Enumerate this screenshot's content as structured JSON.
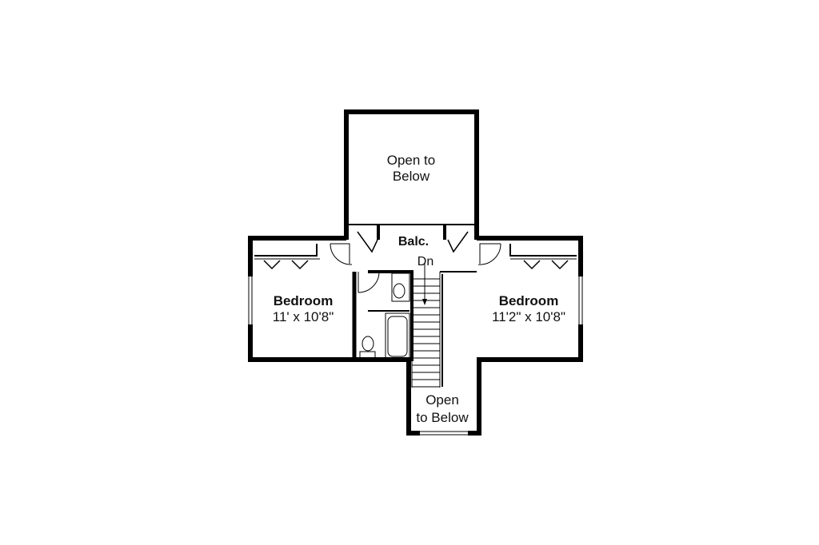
{
  "plan": {
    "open_top": {
      "line1": "Open to",
      "line2": "Below"
    },
    "balcony": "Balc.",
    "stair_direction": "Dn",
    "bedroom_left": {
      "name": "Bedroom",
      "size": "11' x 10'8\""
    },
    "bedroom_right": {
      "name": "Bedroom",
      "size": "11'2\" x 10'8\""
    },
    "open_bottom": {
      "line1": "Open",
      "line2": "to Below"
    }
  }
}
